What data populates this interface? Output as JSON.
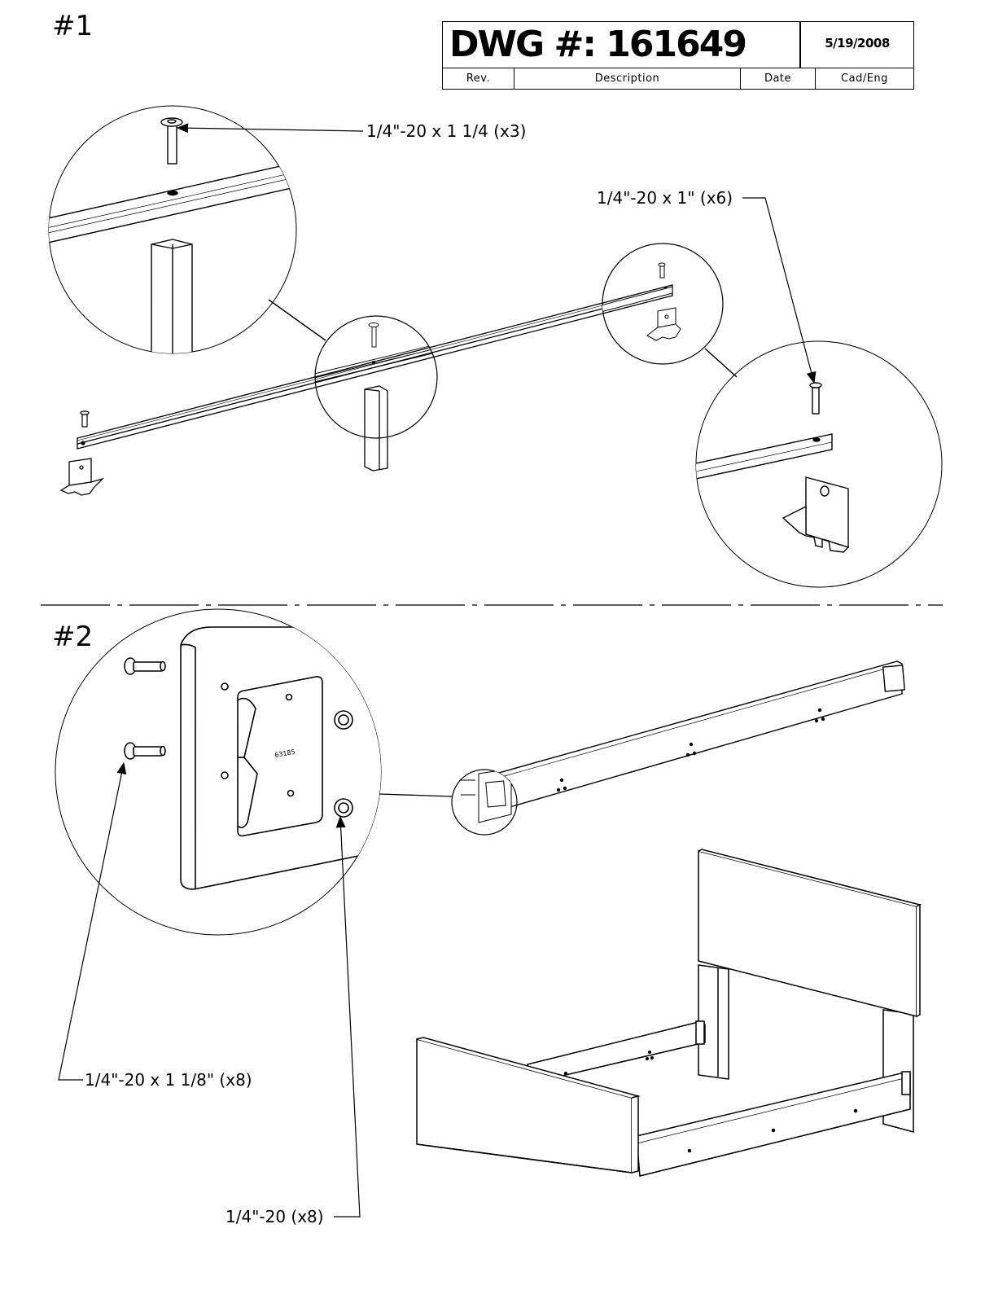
{
  "steps": {
    "step1": "#1",
    "step2": "#2"
  },
  "title_block": {
    "dwg_number": "DWG #:  161649",
    "date": "5/19/2008",
    "columns": [
      "Rev.",
      "Description",
      "Date",
      "Cad/Eng"
    ]
  },
  "callouts": {
    "bolt_1_1_4": "1/4\"-20 x 1 1/4 (x3)",
    "bolt_1": "1/4\"-20 x 1\" (x6)",
    "bolt_1_1_8": "1/4\"-20 x 1 1/8\" (x8)",
    "nut": "1/4\"-20 (x8)"
  }
}
